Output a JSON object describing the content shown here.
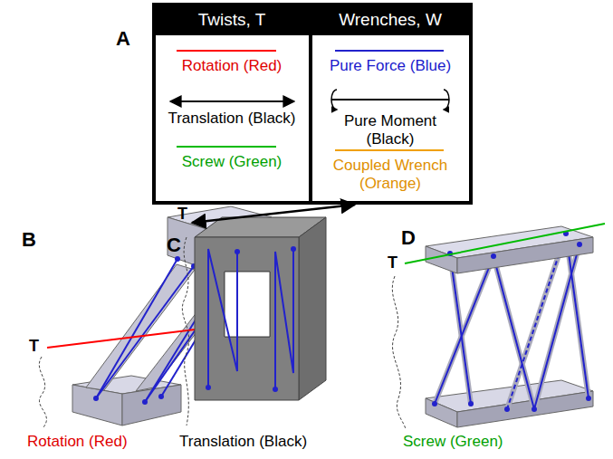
{
  "diagram": {
    "labels": [
      "A",
      "Twists, T",
      "Wrenches, W",
      "B",
      "T",
      "Rotation (Red)",
      "C",
      "T",
      "Translation (Black)",
      "D",
      "T",
      "Screw (Green)"
    ],
    "legend": [
      {
        "text": "Rotation (Red)"
      },
      {
        "text": "Translation (Black)"
      },
      {
        "text": "Screw (Green)"
      },
      {
        "text": "Pure Force (Blue)"
      },
      {
        "text": "Pure Moment (Black)"
      },
      {
        "text": "Coupled Wrench (Orange)"
      }
    ]
  }
}
